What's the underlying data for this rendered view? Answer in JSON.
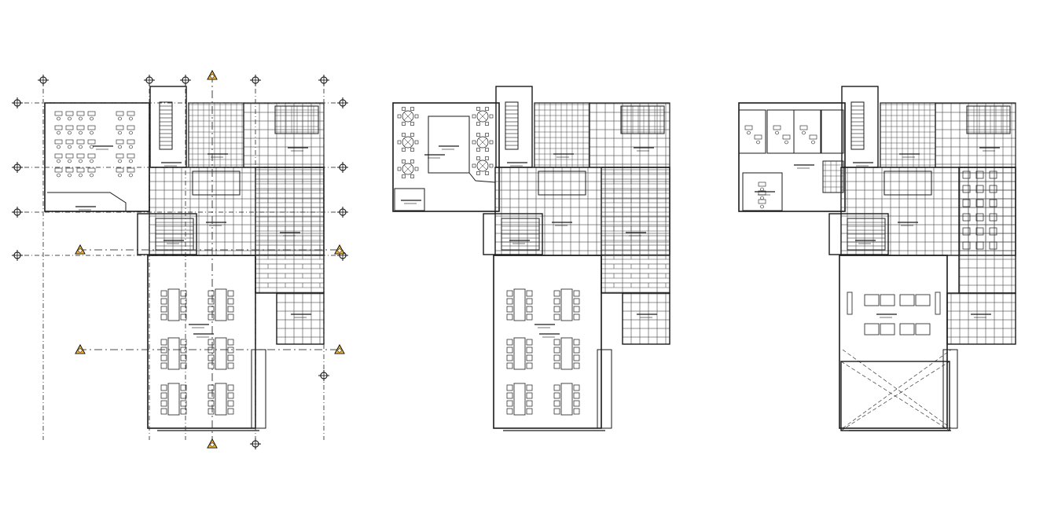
{
  "drawing": {
    "plans": [
      {
        "id": "plan-1",
        "room_labels": []
      },
      {
        "id": "plan-2",
        "room_labels": []
      },
      {
        "id": "plan-3",
        "room_labels": []
      }
    ],
    "colors": {
      "line": "#1a1a1a",
      "grid_line": "#333333",
      "marker_fill": "#f0b030",
      "accent": "#c05a00"
    }
  }
}
